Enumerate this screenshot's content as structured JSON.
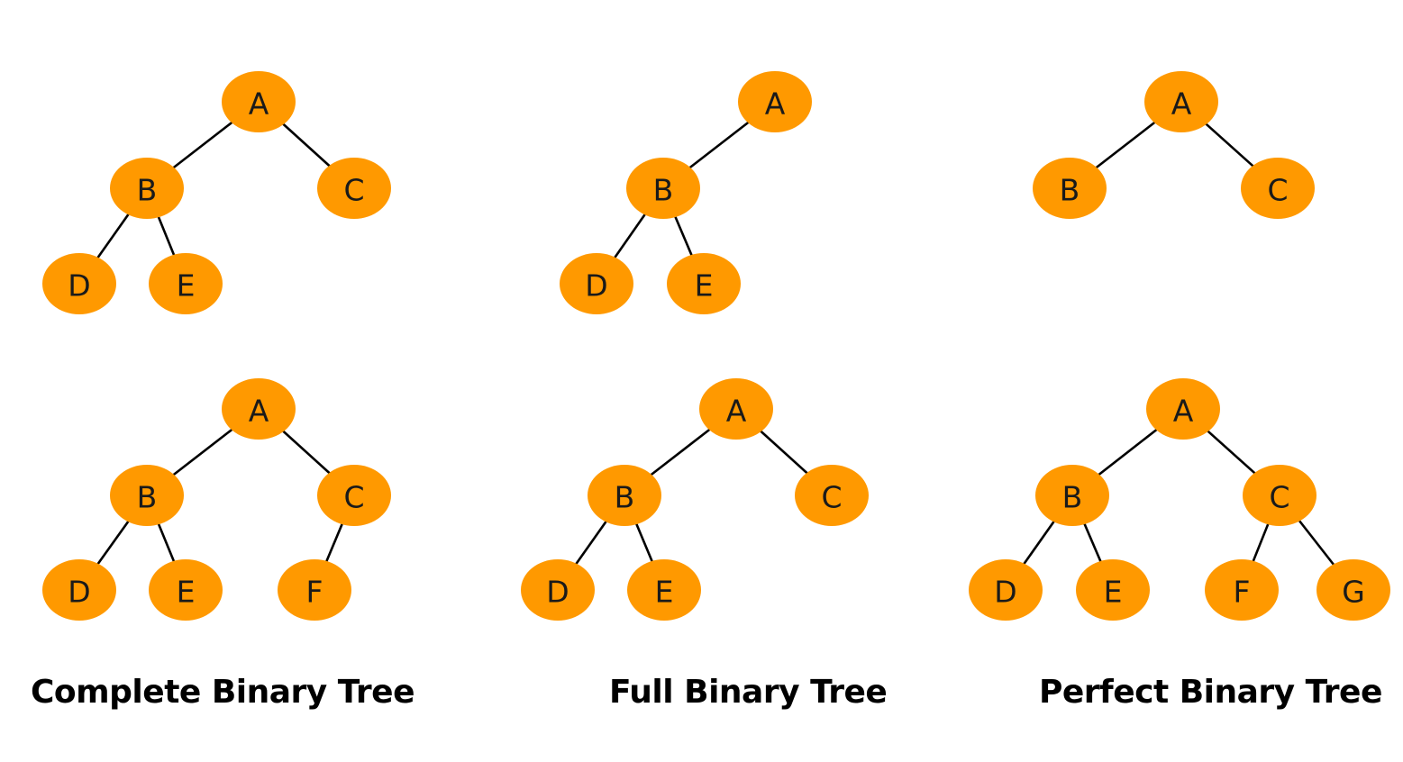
{
  "colors": {
    "node_fill": "#FF9900",
    "edge": "#000000",
    "label": "#1a1a1a",
    "caption": "#000000",
    "background": "#ffffff"
  },
  "captions": {
    "complete": "Complete Binary Tree",
    "full": "Full Binary Tree",
    "perfect": "Perfect Binary Tree"
  },
  "trees": [
    {
      "id": "complete-top",
      "nodes": [
        "A",
        "B",
        "C",
        "D",
        "E"
      ],
      "edges": [
        [
          "A",
          "B"
        ],
        [
          "A",
          "C"
        ],
        [
          "B",
          "D"
        ],
        [
          "B",
          "E"
        ]
      ]
    },
    {
      "id": "full-top",
      "nodes": [
        "A",
        "B",
        "D",
        "E"
      ],
      "edges": [
        [
          "A",
          "B"
        ],
        [
          "B",
          "D"
        ],
        [
          "B",
          "E"
        ]
      ]
    },
    {
      "id": "perfect-top",
      "nodes": [
        "A",
        "B",
        "C"
      ],
      "edges": [
        [
          "A",
          "B"
        ],
        [
          "A",
          "C"
        ]
      ]
    },
    {
      "id": "complete-bottom",
      "nodes": [
        "A",
        "B",
        "C",
        "D",
        "E",
        "F"
      ],
      "edges": [
        [
          "A",
          "B"
        ],
        [
          "A",
          "C"
        ],
        [
          "B",
          "D"
        ],
        [
          "B",
          "E"
        ],
        [
          "C",
          "F"
        ]
      ]
    },
    {
      "id": "full-bottom",
      "nodes": [
        "A",
        "B",
        "C",
        "D",
        "E"
      ],
      "edges": [
        [
          "A",
          "B"
        ],
        [
          "A",
          "C"
        ],
        [
          "B",
          "D"
        ],
        [
          "B",
          "E"
        ]
      ]
    },
    {
      "id": "perfect-bottom",
      "nodes": [
        "A",
        "B",
        "C",
        "D",
        "E",
        "F",
        "G"
      ],
      "edges": [
        [
          "A",
          "B"
        ],
        [
          "A",
          "C"
        ],
        [
          "B",
          "D"
        ],
        [
          "B",
          "E"
        ],
        [
          "C",
          "F"
        ],
        [
          "C",
          "G"
        ]
      ]
    }
  ]
}
